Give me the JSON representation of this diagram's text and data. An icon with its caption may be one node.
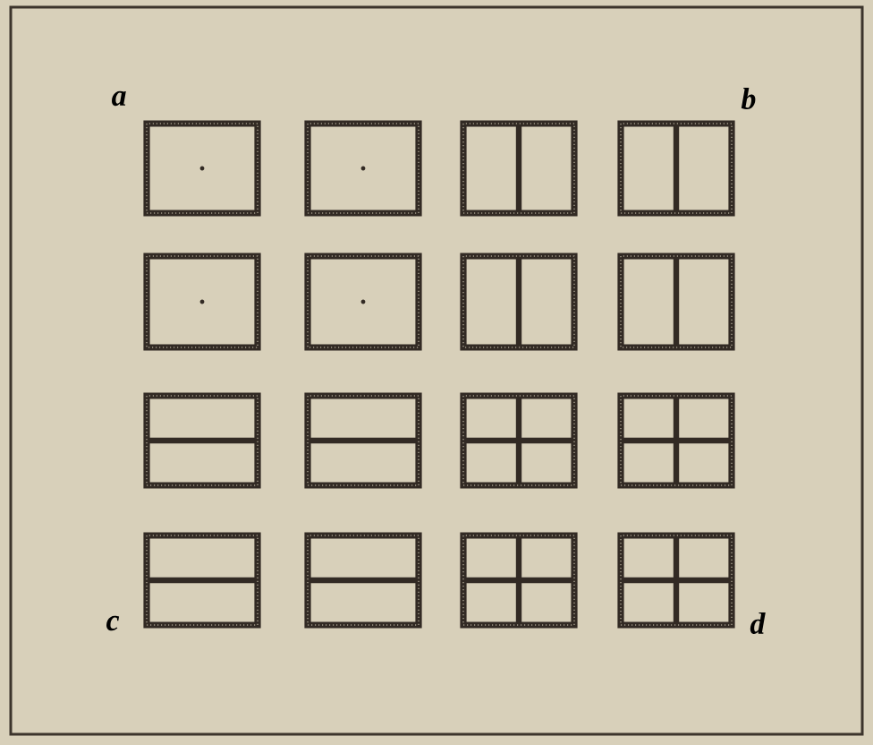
{
  "diagram": {
    "labels": [
      "a",
      "b",
      "c",
      "d"
    ]
  }
}
